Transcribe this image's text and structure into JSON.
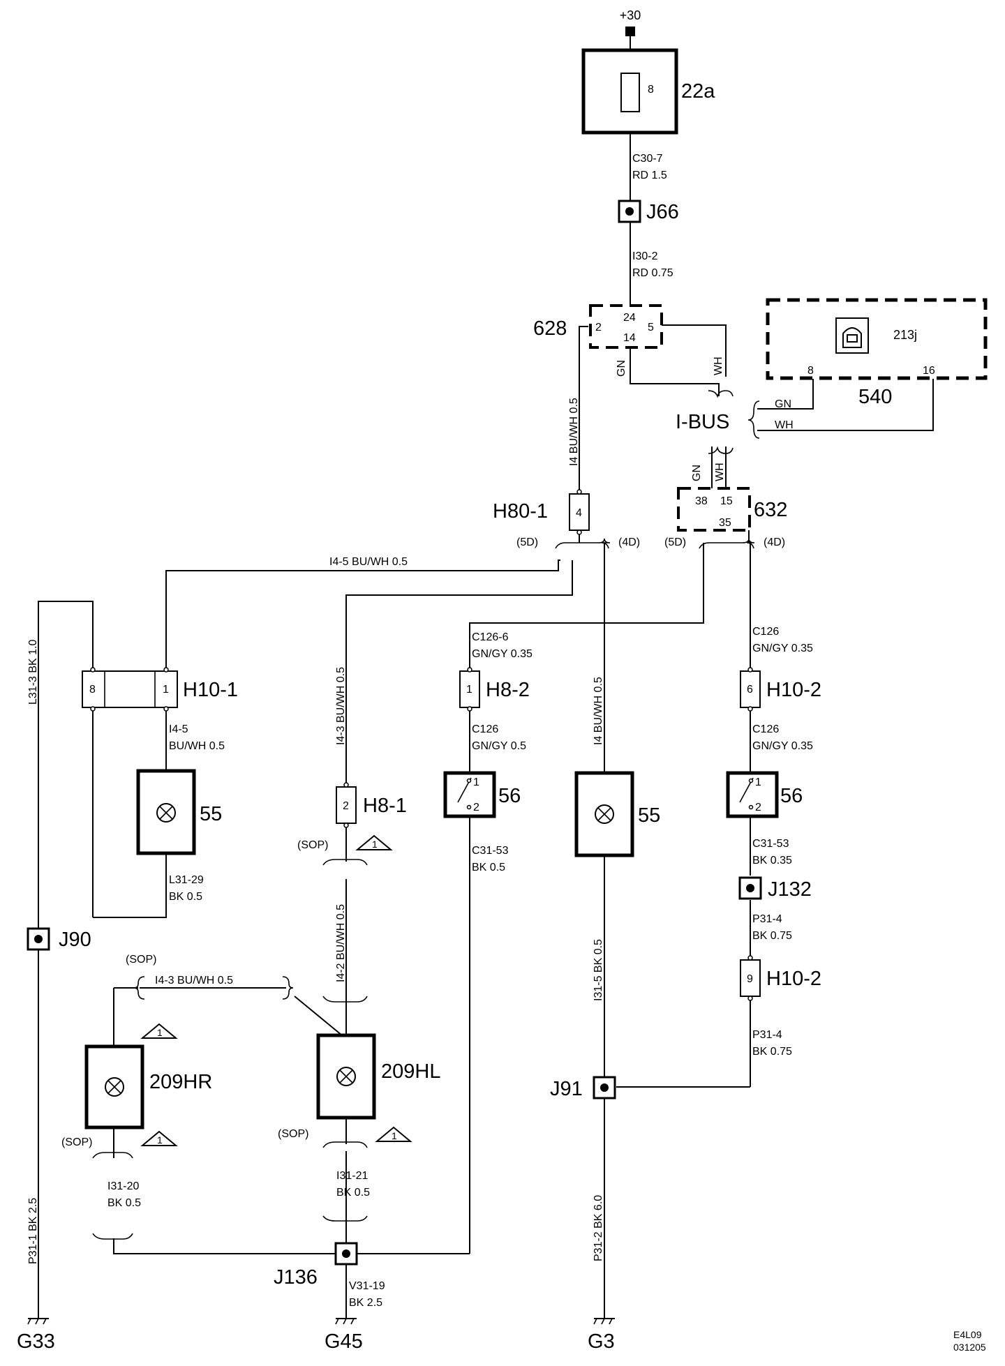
{
  "supply": "+30",
  "fuse": {
    "id": "22a",
    "pin": "8"
  },
  "wires": {
    "c30_7_a": "C30-7",
    "c30_7_b": "RD 1.5",
    "i30_2_a": "I30-2",
    "i30_2_b": "RD 0.75",
    "i4_628": "I4  BU/WH  0.5",
    "i4_5_top": "I4-5   BU/WH   0.5",
    "l31_3": "L31-3  BK  1.0",
    "i4_5_a": "I4-5",
    "i4_5_b": "BU/WH 0.5",
    "l31_29_a": "L31-29",
    "l31_29_b": "BK 0.5",
    "i4_3_v": "I4-3  BU/WH  0.5",
    "i4_2_v": "I4-2  BU/WH  0.5",
    "i4_3_h": "I4-3  BU/WH  0.5",
    "c126_6_a": "C126-6",
    "c126_6_b": "GN/GY 0.35",
    "c126_a": "C126",
    "c126_b": "GN/GY 0.5",
    "c31_53_a": "C31-53",
    "c31_53_b": "BK  0.5",
    "i4_center": "I4  BU/WH  0.5",
    "i31_5": "I31-5  BK  0.5",
    "p31_2": "P31-2  BK  6.0",
    "c126_r1_a": "C126",
    "c126_r1_b": "GN/GY  0.35",
    "c126_r2_a": "C126",
    "c126_r2_b": "GN/GY  0.35",
    "c31_53_r_a": "C31-53",
    "c31_53_r_b": "BK  0.35",
    "p31_4_a1": "P31-4",
    "p31_4_b1": "BK  0.75",
    "p31_4_a2": "P31-4",
    "p31_4_b2": "BK  0.75",
    "i31_20_a": "I31-20",
    "i31_20_b": "BK 0.5",
    "i31_21_a": "I31-21",
    "i31_21_b": "BK 0.5",
    "v31_19_a": "V31-19",
    "v31_19_b": "BK 2.5",
    "p31_1": "P31-1  BK  2.5",
    "gn": "GN",
    "wh": "WH"
  },
  "connectors": {
    "c628": {
      "id": "628",
      "pins": [
        "24",
        "2",
        "14",
        "5"
      ]
    },
    "c632": {
      "id": "632",
      "pins": [
        "38",
        "15",
        "35"
      ]
    },
    "h80_1": {
      "id": "H80-1",
      "pin": "4"
    },
    "h10_1": {
      "id": "H10-1",
      "pins": [
        "8",
        "1"
      ]
    },
    "h8_1": {
      "id": "H8-1",
      "pin": "2"
    },
    "h8_2": {
      "id": "H8-2",
      "pin": "1"
    },
    "h10_2a": {
      "id": "H10-2",
      "pin": "6"
    },
    "h10_2b": {
      "id": "H10-2",
      "pin": "9"
    }
  },
  "module": {
    "id": "213j",
    "connector": "540",
    "pins": [
      "8",
      "16"
    ]
  },
  "bus_label": "I-BUS",
  "variants": {
    "five_door": "(5D)",
    "four_door": "(4D)",
    "sop": "(SOP)",
    "note": "1"
  },
  "components": {
    "lamp_left": "55",
    "lamp_center": "55",
    "switch_left": "56",
    "switch_right": "56",
    "lamp_hr": "209HR",
    "lamp_hl": "209HL"
  },
  "switch_pins": [
    "1",
    "2"
  ],
  "splices": [
    "J66",
    "J90",
    "J91",
    "J132",
    "J136"
  ],
  "grounds": [
    "G33",
    "G45",
    "G3"
  ],
  "footer": {
    "code": "E4L09",
    "date": "031205"
  }
}
